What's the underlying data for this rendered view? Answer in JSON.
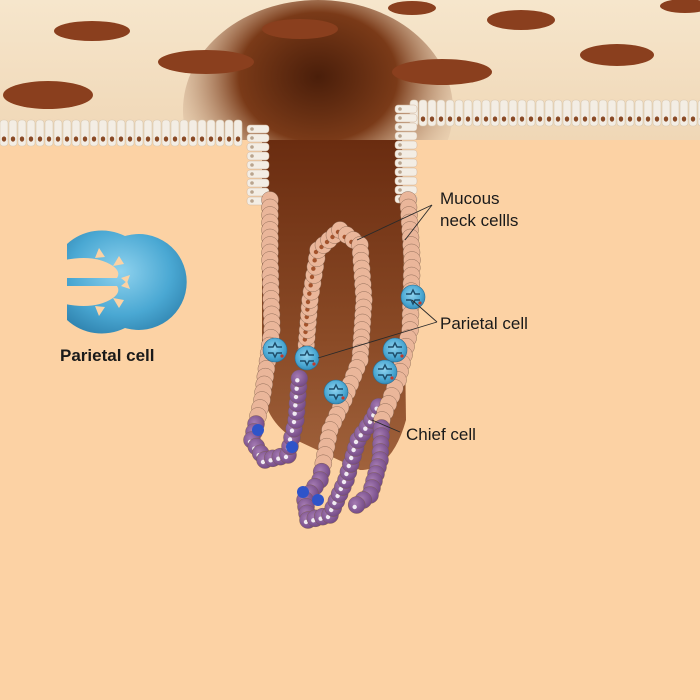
{
  "labels": {
    "mucous_line1": "Mucous",
    "mucous_line2": "neck cellls",
    "parietal": "Parietal cell",
    "chief": "Chief cell",
    "parietal_inset": "Parietal cell"
  },
  "colors": {
    "background": "#fcd2a4",
    "lumen_surface": "#f4e2c8",
    "pit": "#5a2810",
    "surface_cell": "#f3ede4",
    "mucous_neck_cell": "#e9b79a",
    "parietal_cell": "#4fb0d8",
    "chief_cell": "#8b5c99",
    "nucleus": "#8a4a26"
  },
  "icons": [
    "parietal-cell-icon"
  ]
}
